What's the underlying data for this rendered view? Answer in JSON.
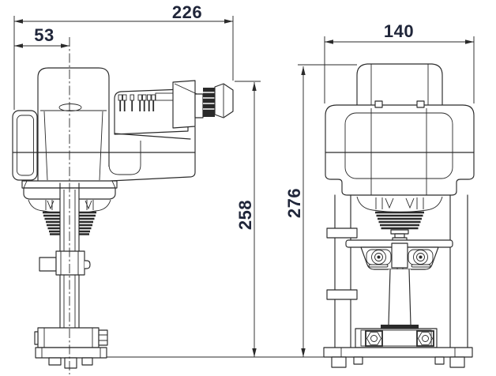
{
  "drawing": {
    "kind": "technical-dimension-drawing",
    "colors": {
      "background": "#ffffff",
      "line": "#2a2a2a",
      "dimension_text": "#20263a"
    },
    "dimensions": {
      "overall_width_side_view": {
        "value": "226"
      },
      "centerline_offset": {
        "value": "53"
      },
      "height_to_gland": {
        "value": "258"
      },
      "overall_height_front_view": {
        "value": "276"
      },
      "overall_width_front_view": {
        "value": "140"
      }
    }
  }
}
